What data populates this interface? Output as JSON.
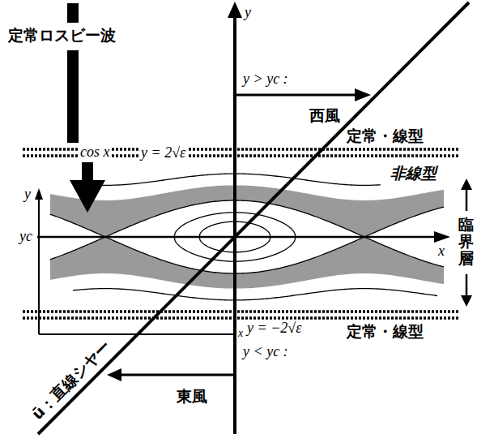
{
  "diagram": {
    "labels": [
      "定常ロスビー波",
      "y",
      "y > yc :",
      "西風",
      "定常・線型",
      "cos x",
      "y = 2√ε",
      "非線型",
      "臨界層",
      "y",
      "yc",
      "x",
      "y = −2√ε",
      "定常・線型",
      "x",
      "y < yc :",
      "東風",
      "ū：直線シヤー"
    ]
  }
}
